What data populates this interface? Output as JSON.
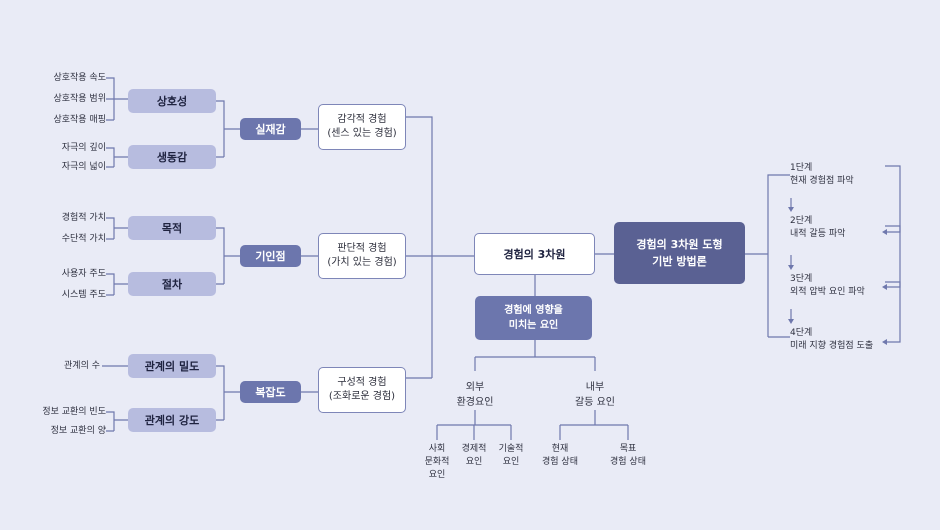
{
  "left_groups": [
    {
      "dimension": "실재감",
      "subgroups": [
        {
          "label": "상호성",
          "items": [
            "상호작용 속도",
            "상호작용 범위",
            "상호작용 매핑"
          ]
        },
        {
          "label": "생동감",
          "items": [
            "자극의 깊이",
            "자극의 넓이"
          ]
        }
      ]
    },
    {
      "dimension": "기인점",
      "subgroups": [
        {
          "label": "목적",
          "items": [
            "경험적 가치",
            "수단적 가치"
          ]
        },
        {
          "label": "절차",
          "items": [
            "사용자 주도",
            "시스템 주도"
          ]
        }
      ]
    },
    {
      "dimension": "복잡도",
      "subgroups": [
        {
          "label": "관계의 밀도",
          "items": [
            "관계의 수"
          ]
        },
        {
          "label": "관계의 강도",
          "items": [
            "정보 교환의 빈도",
            "정보 교환의 양"
          ]
        }
      ]
    }
  ],
  "experiences": [
    "감각적 경험\n(센스 있는 경험)",
    "판단적 경험\n(가치 있는 경험)",
    "구성적 경험\n(조화로운 경험)"
  ],
  "core": "경험의 3차원",
  "influence": "경험에 영향을\n미치는 요인",
  "external": {
    "label": "외부\n환경요인",
    "items": [
      "사회\n문화적\n요인",
      "경제적\n요인",
      "기술적\n요인"
    ]
  },
  "internal": {
    "label": "내부\n갈등 요인",
    "items": [
      "현재\n경험 상태",
      "목표\n경험 상태"
    ]
  },
  "method": "경험의 3차원 도형\n기반 방법론",
  "steps": [
    {
      "title": "1단계",
      "desc": "현재 경험점 파악"
    },
    {
      "title": "2단계",
      "desc": "내적 갈등 파악"
    },
    {
      "title": "3단계",
      "desc": "외적 압박 요인 파악"
    },
    {
      "title": "4단계",
      "desc": "미래 지향 경험점 도출"
    }
  ],
  "colors": {
    "background": "#e9ebf6",
    "line": "#6f78ad",
    "light_box": "#b7bcdf",
    "mid_box": "#6c76ad",
    "dark_box": "#5a6193"
  }
}
